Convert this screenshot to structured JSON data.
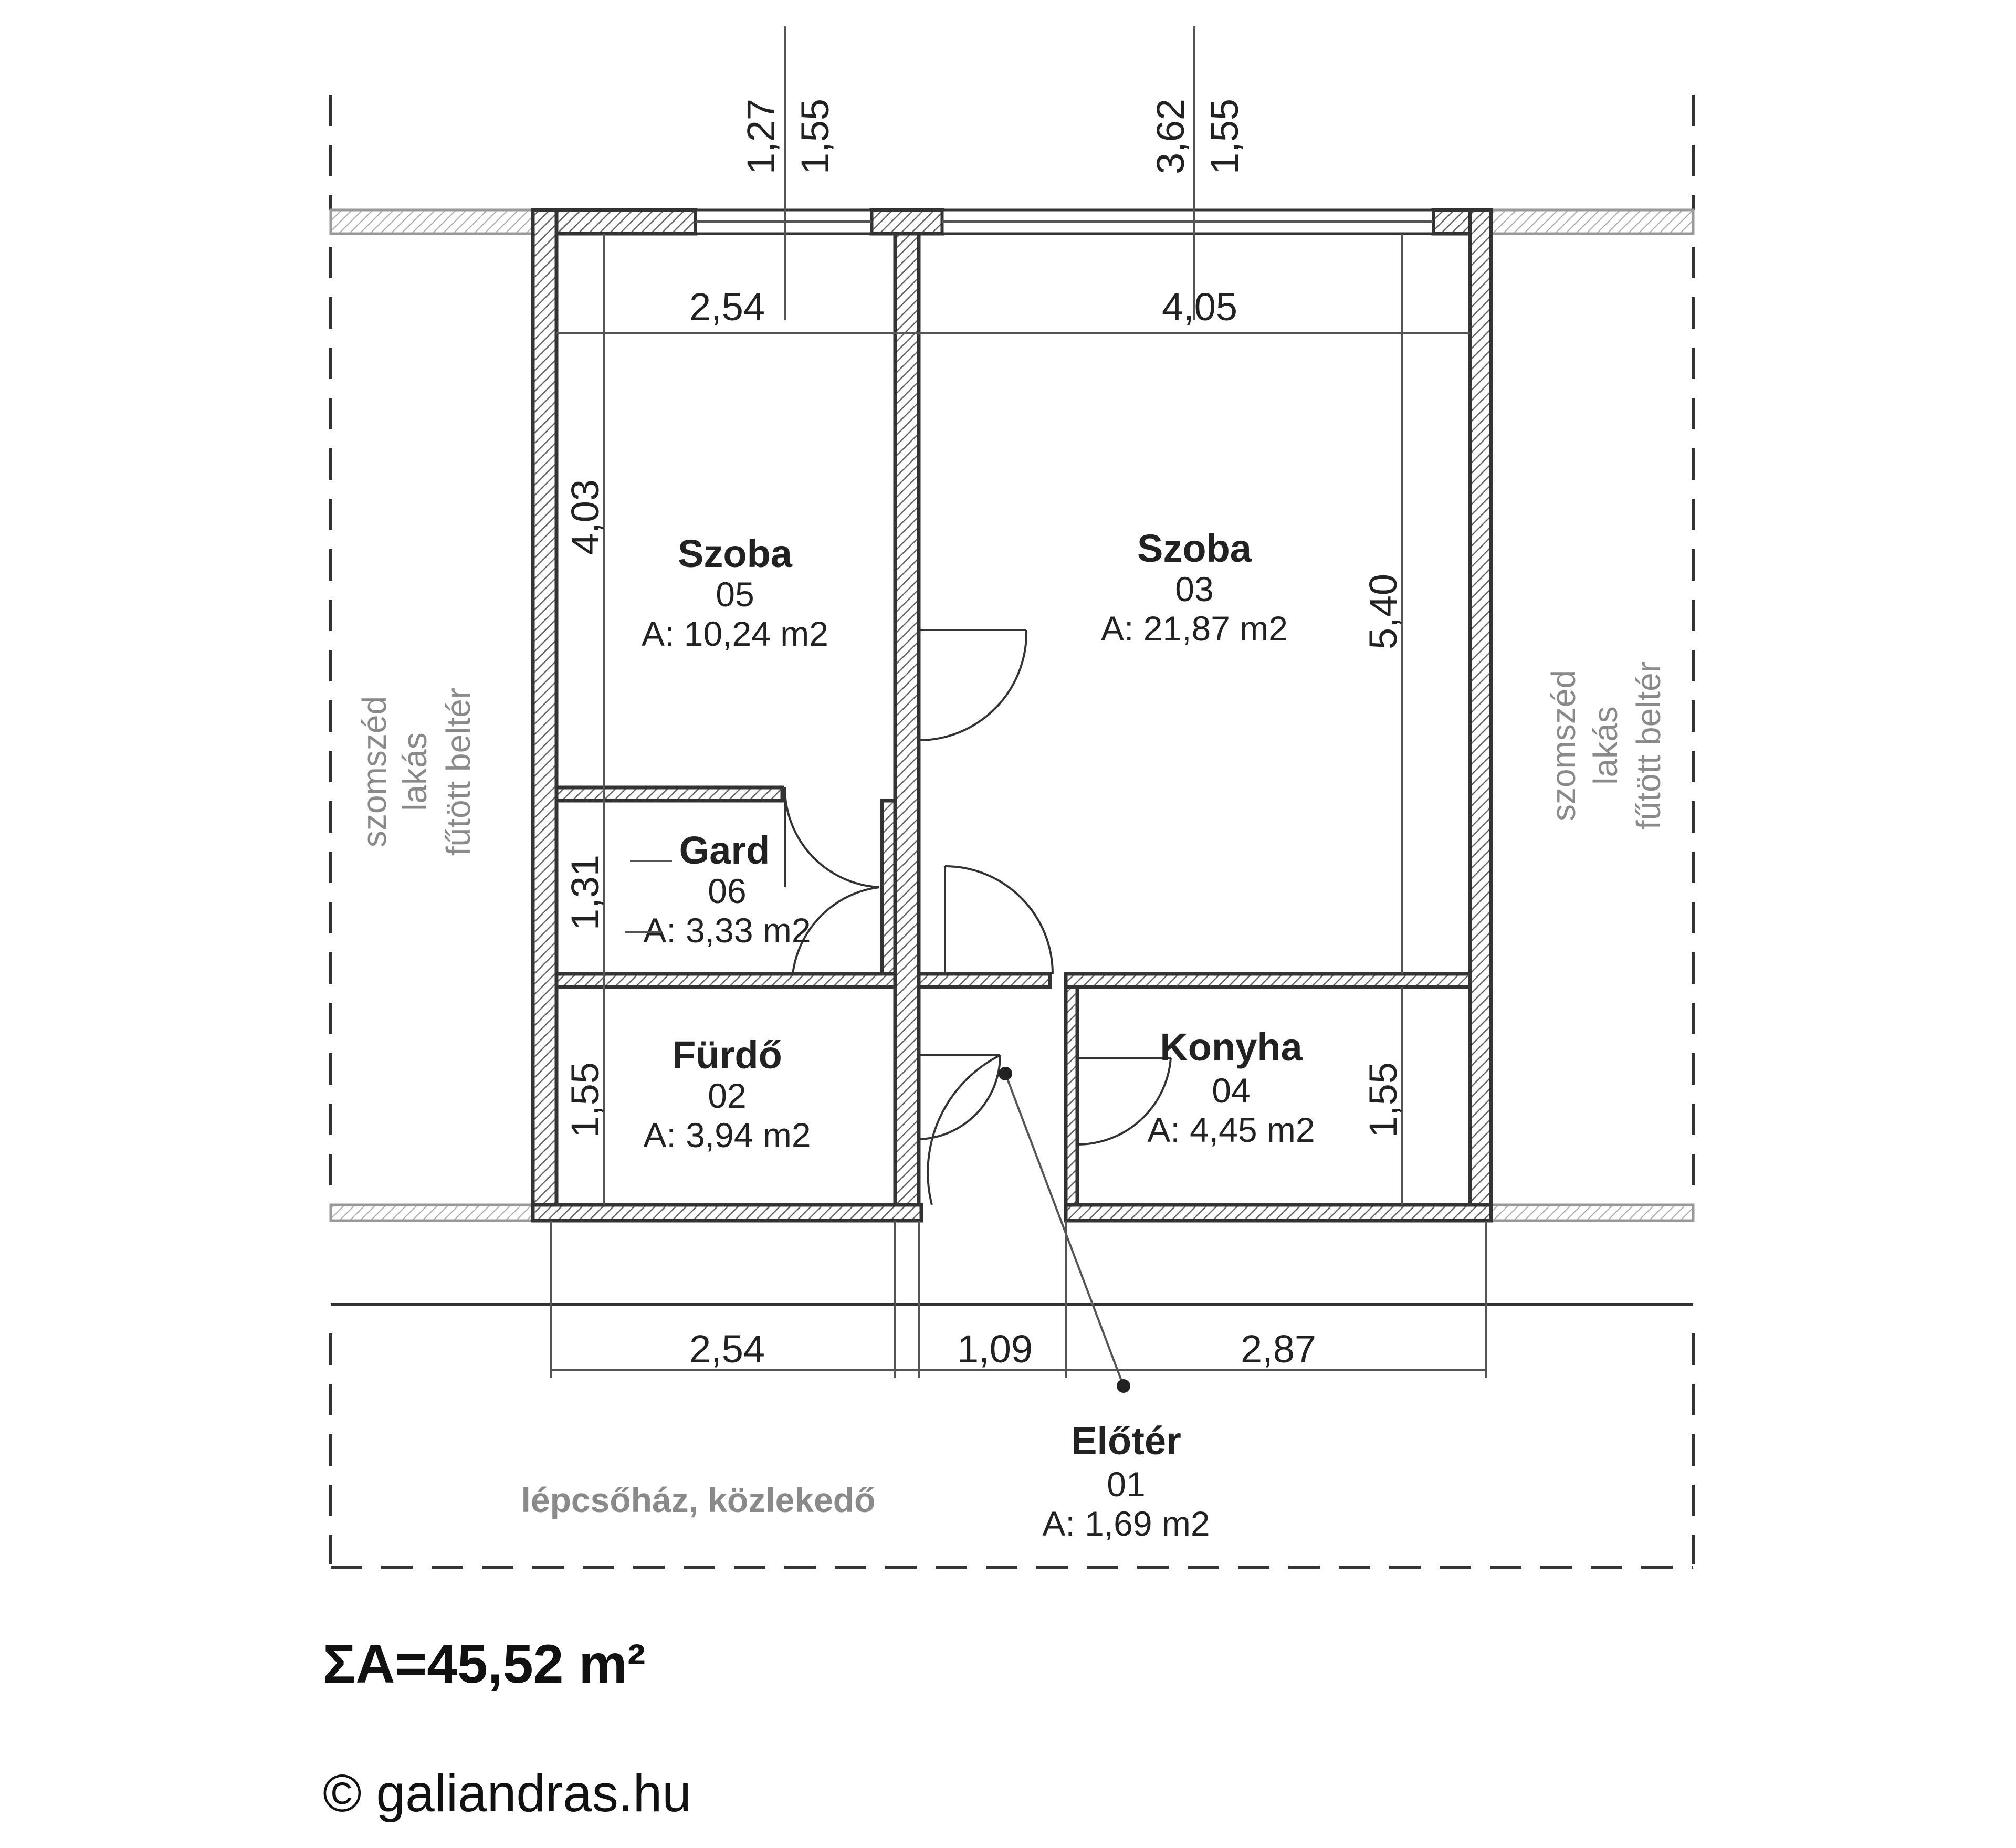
{
  "rooms": [
    {
      "name": "Szoba",
      "number": "05",
      "area": "A: 10,24 m2"
    },
    {
      "name": "Szoba",
      "number": "03",
      "area": "A: 21,87 m2"
    },
    {
      "name": "Gard",
      "number": "06",
      "area": "A: 3,33 m2"
    },
    {
      "name": "Fürdő",
      "number": "02",
      "area": "A: 3,94 m2"
    },
    {
      "name": "Konyha",
      "number": "04",
      "area": "A: 4,45 m2"
    },
    {
      "name": "Előtér",
      "number": "01",
      "area": "A: 1,69 m2"
    }
  ],
  "dimensions": {
    "window_left_sill": "1,27",
    "window_left_height": "1,55",
    "window_right_sill": "3,62",
    "window_right_height": "1,55",
    "top_left_width": "2,54",
    "top_right_width": "4,05",
    "left_room_depth": "4,03",
    "right_room_depth": "5,40",
    "gard_depth": "1,31",
    "bath_depth": "1,55",
    "kitchen_depth": "1,55",
    "bottom_left_width": "2,54",
    "bottom_middle_width": "1,09",
    "bottom_right_width": "2,87"
  },
  "neighbors": {
    "left": [
      "szomszéd",
      "lakás",
      "fűtött beltér"
    ],
    "right": [
      "szomszéd",
      "lakás",
      "fűtött beltér"
    ],
    "bottom": "lépcsőház, közlekedő"
  },
  "total_area": "ΣA=45,52 m²",
  "copyright": "© galiandras.hu"
}
